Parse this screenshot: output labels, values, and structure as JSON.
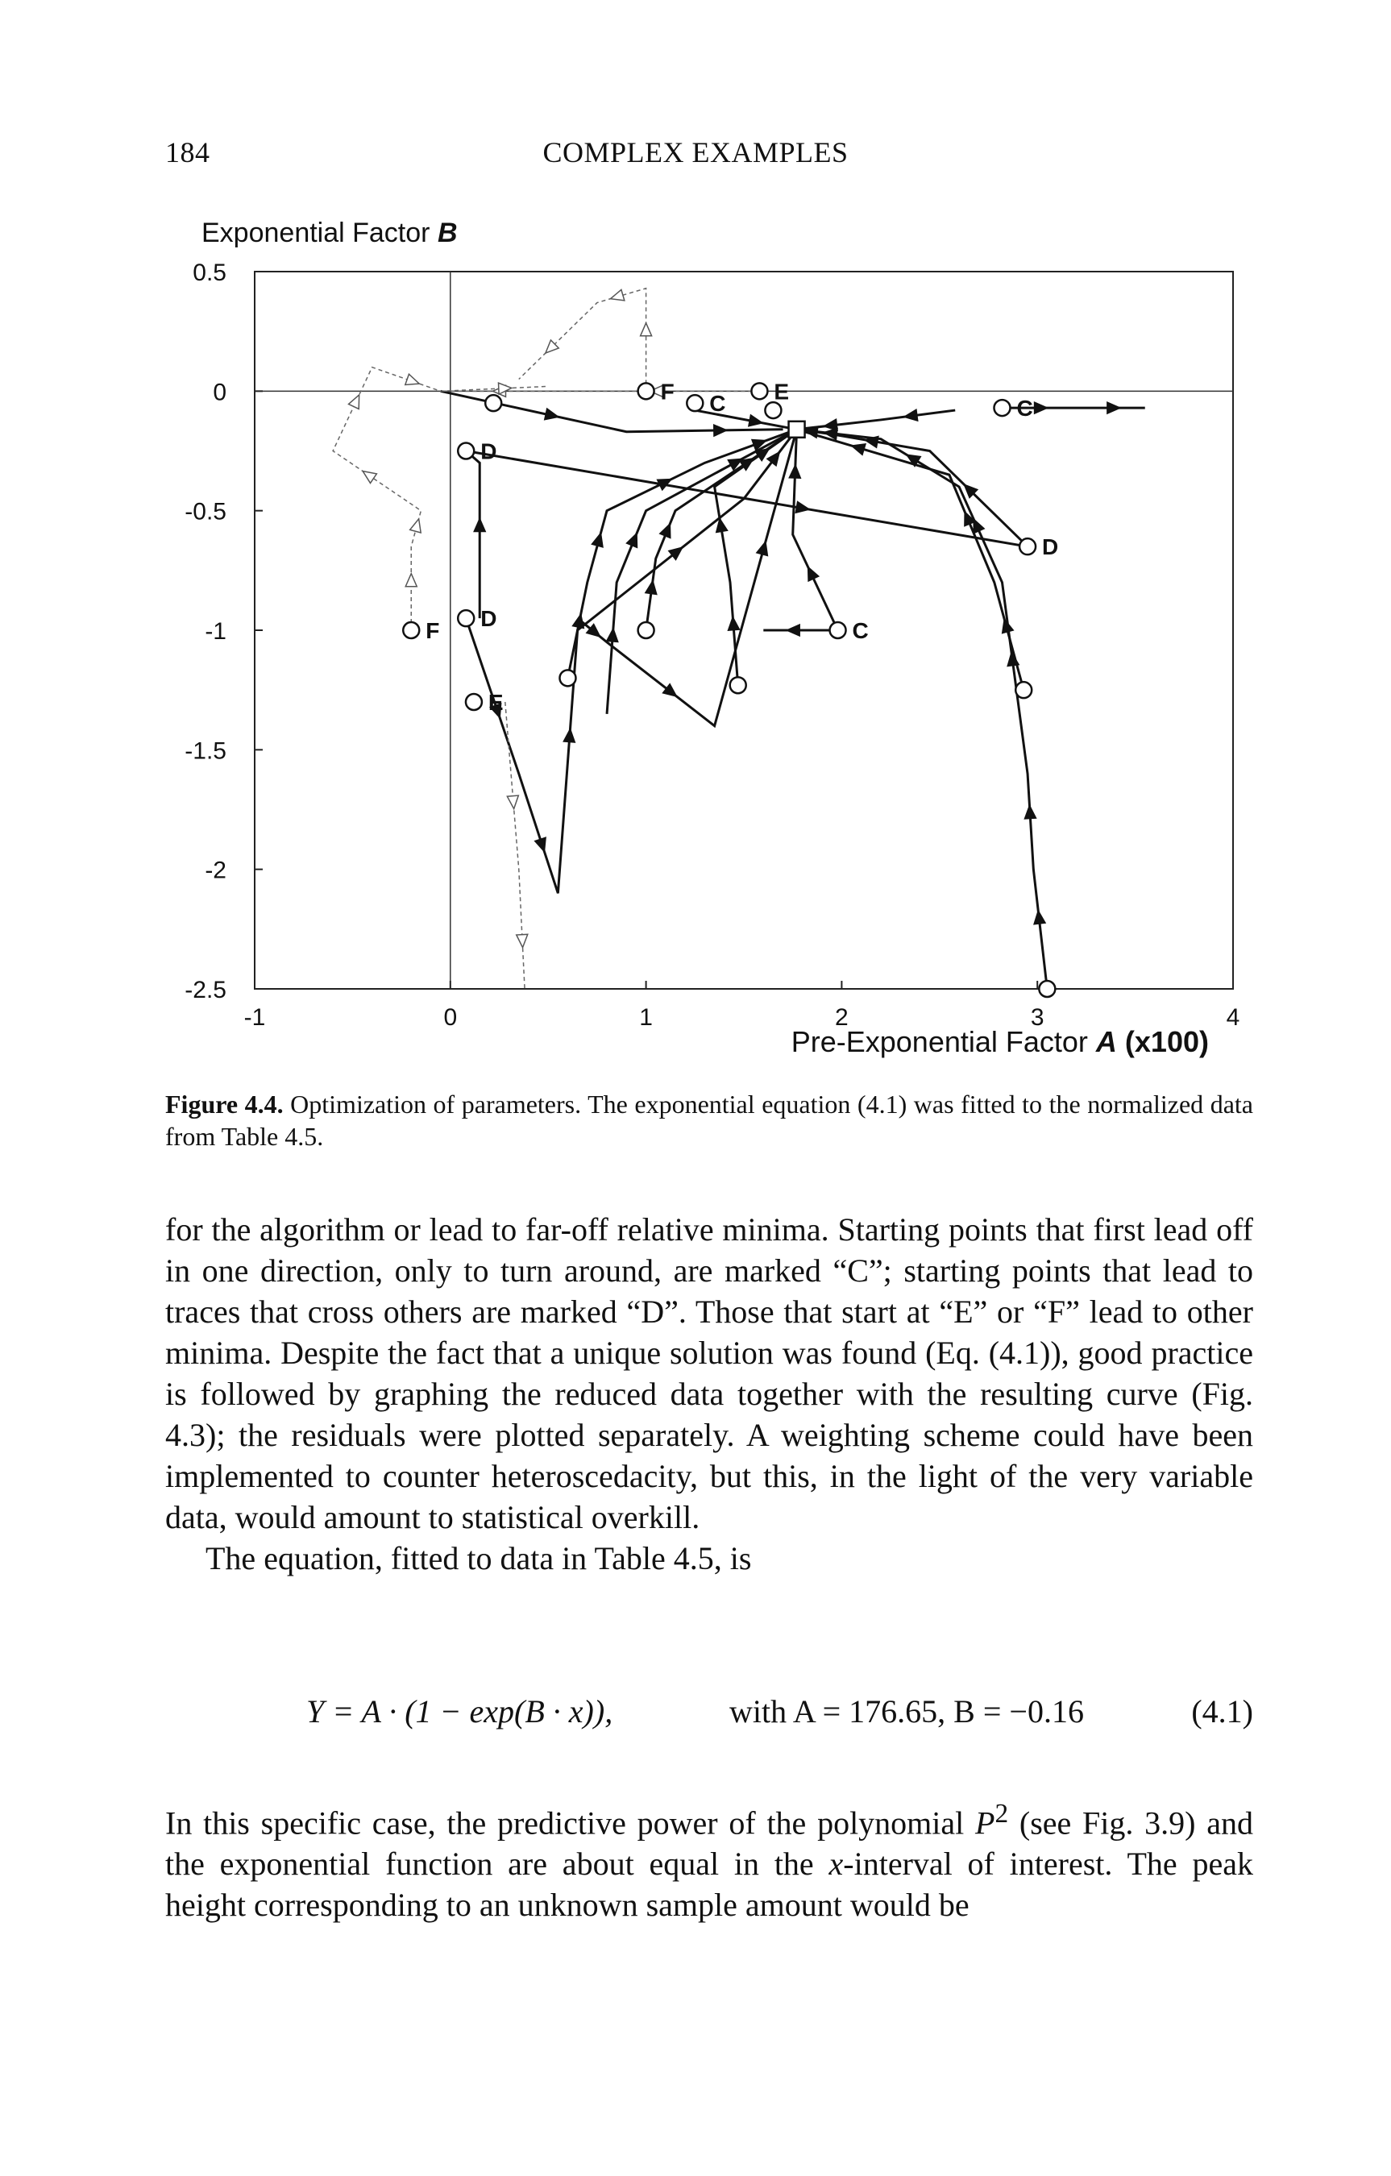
{
  "header": {
    "page_number": "184",
    "running_head": "COMPLEX EXAMPLES"
  },
  "figure": {
    "ylabel_text": "Exponential Factor ",
    "ylabel_symbol": "B",
    "xlabel_text": "Pre-Exponential Factor ",
    "xlabel_symbol": "A",
    "xlabel_unit": " (x100)",
    "caption_label": "Figure 4.4.",
    "caption_text": "Optimization of parameters. The exponential equation (4.1) was fitted to the normalized data from Table 4.5."
  },
  "chart_data": {
    "type": "line",
    "xlim": [
      -1,
      4
    ],
    "ylim": [
      -2.5,
      0.5
    ],
    "xticks": [
      "-1",
      "0",
      "1",
      "2",
      "3",
      "4"
    ],
    "yticks": [
      "0.5",
      "0",
      "-0.5",
      "-1",
      "-1.5",
      "-2",
      "-2.5"
    ],
    "grid": false,
    "solution": {
      "x": 1.77,
      "y": -0.16
    },
    "series": [
      {
        "style": "solid",
        "x": [
          -0.05,
          0.9,
          1.7
        ],
        "y": [
          0.0,
          -0.17,
          -0.16
        ]
      },
      {
        "style": "solid",
        "x": [
          1.25,
          1.77
        ],
        "y": [
          -0.08,
          -0.16
        ]
      },
      {
        "style": "solid",
        "x": [
          2.82,
          3.15,
          3.55
        ],
        "y": [
          -0.07,
          -0.07,
          -0.07
        ]
      },
      {
        "style": "solid",
        "x": [
          2.58,
          2.2,
          1.77
        ],
        "y": [
          -0.08,
          -0.12,
          -0.16
        ]
      },
      {
        "style": "solid",
        "x": [
          0.08,
          2.95
        ],
        "y": [
          -0.25,
          -0.65
        ]
      },
      {
        "style": "solid",
        "x": [
          2.95,
          2.45,
          1.95,
          1.77
        ],
        "y": [
          -0.65,
          -0.25,
          -0.18,
          -0.16
        ]
      },
      {
        "style": "solid",
        "x": [
          0.15,
          0.15,
          0.08
        ],
        "y": [
          -0.95,
          -0.3,
          -0.25
        ]
      },
      {
        "style": "solid",
        "x": [
          0.08,
          0.35,
          0.55,
          0.65,
          1.5,
          1.77
        ],
        "y": [
          -0.95,
          -1.6,
          -2.1,
          -1.0,
          -0.45,
          -0.16
        ]
      },
      {
        "style": "solid",
        "x": [
          0.6,
          0.7,
          0.8,
          1.3,
          1.77
        ],
        "y": [
          -1.2,
          -0.8,
          -0.5,
          -0.3,
          -0.16
        ]
      },
      {
        "style": "solid",
        "x": [
          0.65,
          0.8,
          1.35,
          1.77
        ],
        "y": [
          -0.95,
          -1.05,
          -1.4,
          -0.16
        ]
      },
      {
        "style": "solid",
        "x": [
          0.8,
          0.85,
          1.0,
          1.77
        ],
        "y": [
          -1.35,
          -0.8,
          -0.5,
          -0.16
        ]
      },
      {
        "style": "solid",
        "x": [
          1.0,
          1.05,
          1.15,
          1.77
        ],
        "y": [
          -1.0,
          -0.7,
          -0.5,
          -0.16
        ]
      },
      {
        "style": "solid",
        "x": [
          1.47,
          1.43,
          1.35,
          1.77
        ],
        "y": [
          -1.23,
          -0.8,
          -0.4,
          -0.16
        ]
      },
      {
        "style": "solid",
        "x": [
          1.98,
          1.6
        ],
        "y": [
          -1.0,
          -1.0
        ]
      },
      {
        "style": "solid",
        "x": [
          1.98,
          1.75,
          1.77
        ],
        "y": [
          -1.0,
          -0.6,
          -0.16
        ]
      },
      {
        "style": "solid",
        "x": [
          2.93,
          2.78,
          2.55,
          1.77
        ],
        "y": [
          -1.25,
          -0.8,
          -0.35,
          -0.16
        ]
      },
      {
        "style": "solid",
        "x": [
          3.05,
          2.98,
          2.95,
          2.82,
          2.6,
          2.2,
          1.77
        ],
        "y": [
          -2.5,
          -2.0,
          -1.6,
          -0.8,
          -0.4,
          -0.2,
          -0.16
        ]
      },
      {
        "style": "dashed",
        "x": [
          1.58,
          0.7,
          -0.05
        ],
        "y": [
          0.0,
          0.0,
          0.0
        ]
      },
      {
        "style": "dashed",
        "x": [
          1.0,
          1.0,
          0.75,
          0.35
        ],
        "y": [
          0.0,
          0.43,
          0.37,
          0.05
        ]
      },
      {
        "style": "dashed",
        "x": [
          -0.2,
          -0.2,
          -0.15,
          -0.6,
          -0.4,
          -0.05,
          0.5
        ],
        "y": [
          -1.0,
          -0.65,
          -0.5,
          -0.25,
          0.1,
          0.0,
          0.02
        ]
      },
      {
        "style": "dashed",
        "x": [
          0.28,
          0.35,
          0.38
        ],
        "y": [
          -1.3,
          -2.0,
          -2.5
        ]
      }
    ],
    "markers": [
      {
        "x": 0.22,
        "y": -0.05,
        "label": ""
      },
      {
        "x": 0.08,
        "y": -0.25,
        "label": "D"
      },
      {
        "x": 0.08,
        "y": -0.95,
        "label": "D"
      },
      {
        "x": 0.12,
        "y": -1.3,
        "label": "E"
      },
      {
        "x": -0.2,
        "y": -1.0,
        "label": "F"
      },
      {
        "x": 1.0,
        "y": 0.0,
        "label": "F"
      },
      {
        "x": 1.58,
        "y": 0.0,
        "label": "E"
      },
      {
        "x": 1.25,
        "y": -0.05,
        "label": "C"
      },
      {
        "x": 1.65,
        "y": -0.08,
        "label": ""
      },
      {
        "x": 2.82,
        "y": -0.07,
        "label": "C"
      },
      {
        "x": 2.95,
        "y": -0.65,
        "label": "D"
      },
      {
        "x": 1.0,
        "y": -1.0,
        "label": ""
      },
      {
        "x": 0.6,
        "y": -1.2,
        "label": ""
      },
      {
        "x": 1.47,
        "y": -1.23,
        "label": ""
      },
      {
        "x": 1.98,
        "y": -1.0,
        "label": "C"
      },
      {
        "x": 2.93,
        "y": -1.25,
        "label": ""
      },
      {
        "x": 3.05,
        "y": -2.5,
        "label": ""
      }
    ]
  },
  "body": {
    "p1": "for the algorithm or lead to far-off relative minima. Starting points that first lead off in one direction, only to turn around, are marked “C”; starting points that lead to traces that cross others are marked “D”. Those that start at “E” or “F” lead to other minima. Despite the fact that a unique solution was found (Eq. (4.1)), good practice is followed by graphing the reduced data together with the resulting curve (Fig. 4.3); the residuals were plotted separately. A weighting scheme could have been implemented to counter heteroscedacity, but this, in the light of the very variable data, would amount to statistical overkill.",
    "p2": "The equation, fitted to data in Table 4.5, is",
    "eq_lhs": "Y = A · (1 − exp(B · x)),",
    "eq_with": "with A = 176.65, B = −0.16",
    "eq_number": "(4.1)",
    "p3_a": "In this specific case, the predictive power of the polynomial ",
    "p3_sym": "P",
    "p3_sup": "2",
    "p3_b": " (see Fig. 3.9) and the exponential function are about equal in the ",
    "p3_x": "x",
    "p3_c": "-interval of interest. The peak height corresponding to an unknown sample amount would be"
  }
}
